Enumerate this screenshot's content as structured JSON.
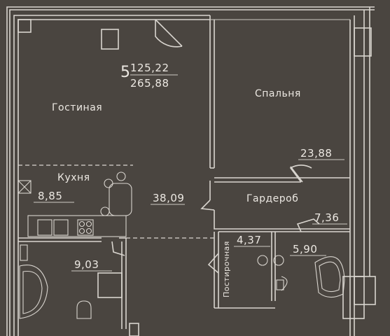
{
  "summary": {
    "rooms": "5",
    "living_area": "125,22",
    "total_area": "265,88"
  },
  "rooms": {
    "living": {
      "label": "Гостиная"
    },
    "kitchen": {
      "label": "Кухня",
      "area": "8,85"
    },
    "hall": {
      "area": "38,09"
    },
    "bathroom_left": {
      "area": "9,03"
    },
    "bedroom": {
      "label": "Спальня",
      "area": "23,88"
    },
    "wardrobe": {
      "label": "Гардероб",
      "area": "7,36"
    },
    "laundry": {
      "label": "Постирочная",
      "area": "4,37"
    },
    "bathroom_right": {
      "area": "5,90"
    }
  },
  "colors": {
    "background": "#4a4540",
    "lines": "#d9d5cf",
    "text": "#ece8e2"
  }
}
